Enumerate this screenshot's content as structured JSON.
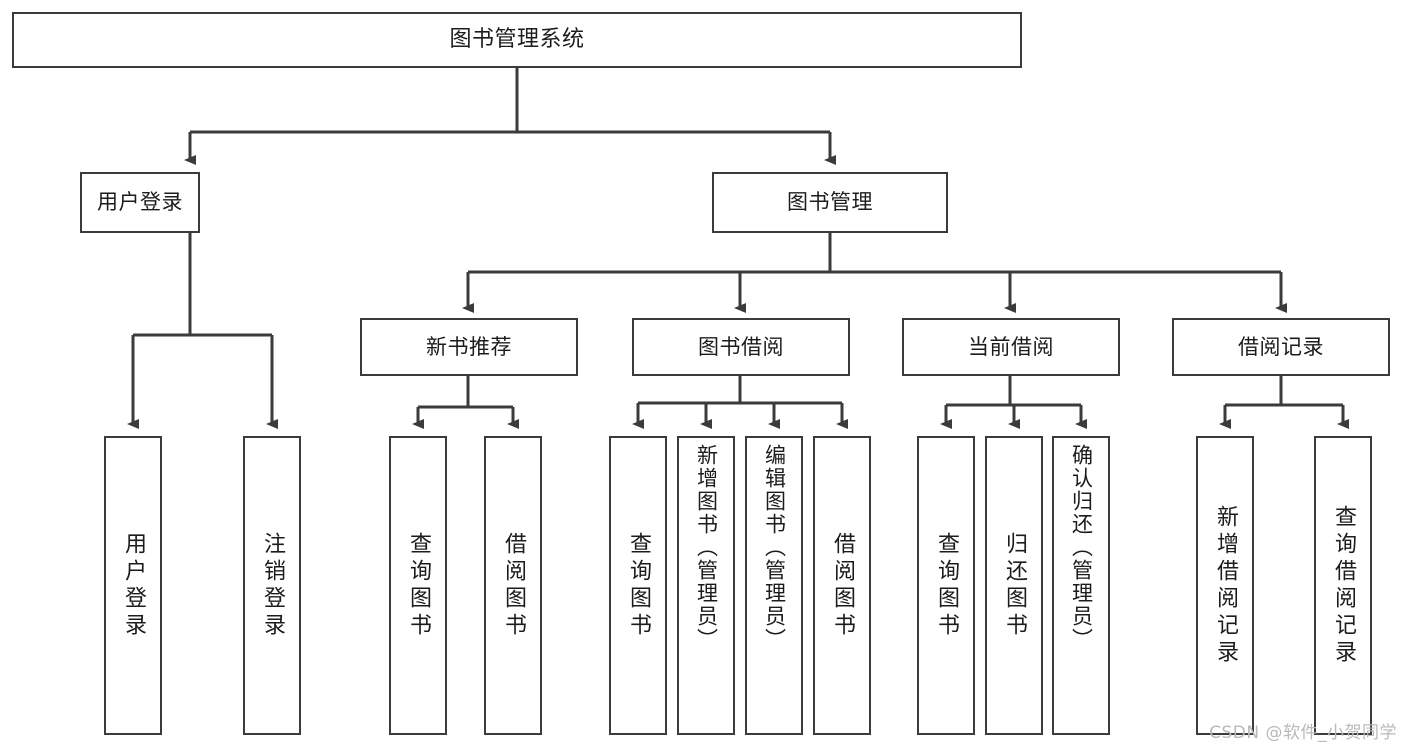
{
  "diagram": {
    "title": "图书管理系统",
    "type": "tree-hierarchy",
    "root": {
      "id": "root",
      "label": "图书管理系统"
    },
    "level2": [
      {
        "id": "login",
        "label": "用户登录"
      },
      {
        "id": "bookmgmt",
        "label": "图书管理"
      }
    ],
    "level3": [
      {
        "id": "newbook",
        "label": "新书推荐",
        "parent": "bookmgmt"
      },
      {
        "id": "borrow",
        "label": "图书借阅",
        "parent": "bookmgmt"
      },
      {
        "id": "current",
        "label": "当前借阅",
        "parent": "bookmgmt"
      },
      {
        "id": "records",
        "label": "借阅记录",
        "parent": "bookmgmt"
      }
    ],
    "leaves": [
      {
        "id": "leaf-user-login",
        "label": "用户登录",
        "parent": "login"
      },
      {
        "id": "leaf-logout",
        "label": "注销登录",
        "parent": "login"
      },
      {
        "id": "leaf-query-book-1",
        "label": "查询图书",
        "parent": "newbook"
      },
      {
        "id": "leaf-borrow-book-1",
        "label": "借阅图书",
        "parent": "newbook"
      },
      {
        "id": "leaf-query-book-2",
        "label": "查询图书",
        "parent": "borrow"
      },
      {
        "id": "leaf-add-book",
        "label": "新增图书（管理员）",
        "parent": "borrow"
      },
      {
        "id": "leaf-edit-book",
        "label": "编辑图书（管理员）",
        "parent": "borrow"
      },
      {
        "id": "leaf-borrow-book-2",
        "label": "借阅图书",
        "parent": "borrow"
      },
      {
        "id": "leaf-query-book-3",
        "label": "查询图书",
        "parent": "current"
      },
      {
        "id": "leaf-return-book",
        "label": "归还图书",
        "parent": "current"
      },
      {
        "id": "leaf-confirm-return",
        "label": "确认归还（管理员）",
        "parent": "current"
      },
      {
        "id": "leaf-add-record",
        "label": "新增借阅记录",
        "parent": "records"
      },
      {
        "id": "leaf-query-record",
        "label": "查询借阅记录",
        "parent": "records"
      }
    ],
    "colors": {
      "stroke": "#3b3b3b",
      "fill": "#ffffff",
      "text": "#1c1c1c",
      "watermark": "#b9b9b9"
    }
  },
  "watermark": {
    "text": "CSDN @软件_小贺同学"
  }
}
